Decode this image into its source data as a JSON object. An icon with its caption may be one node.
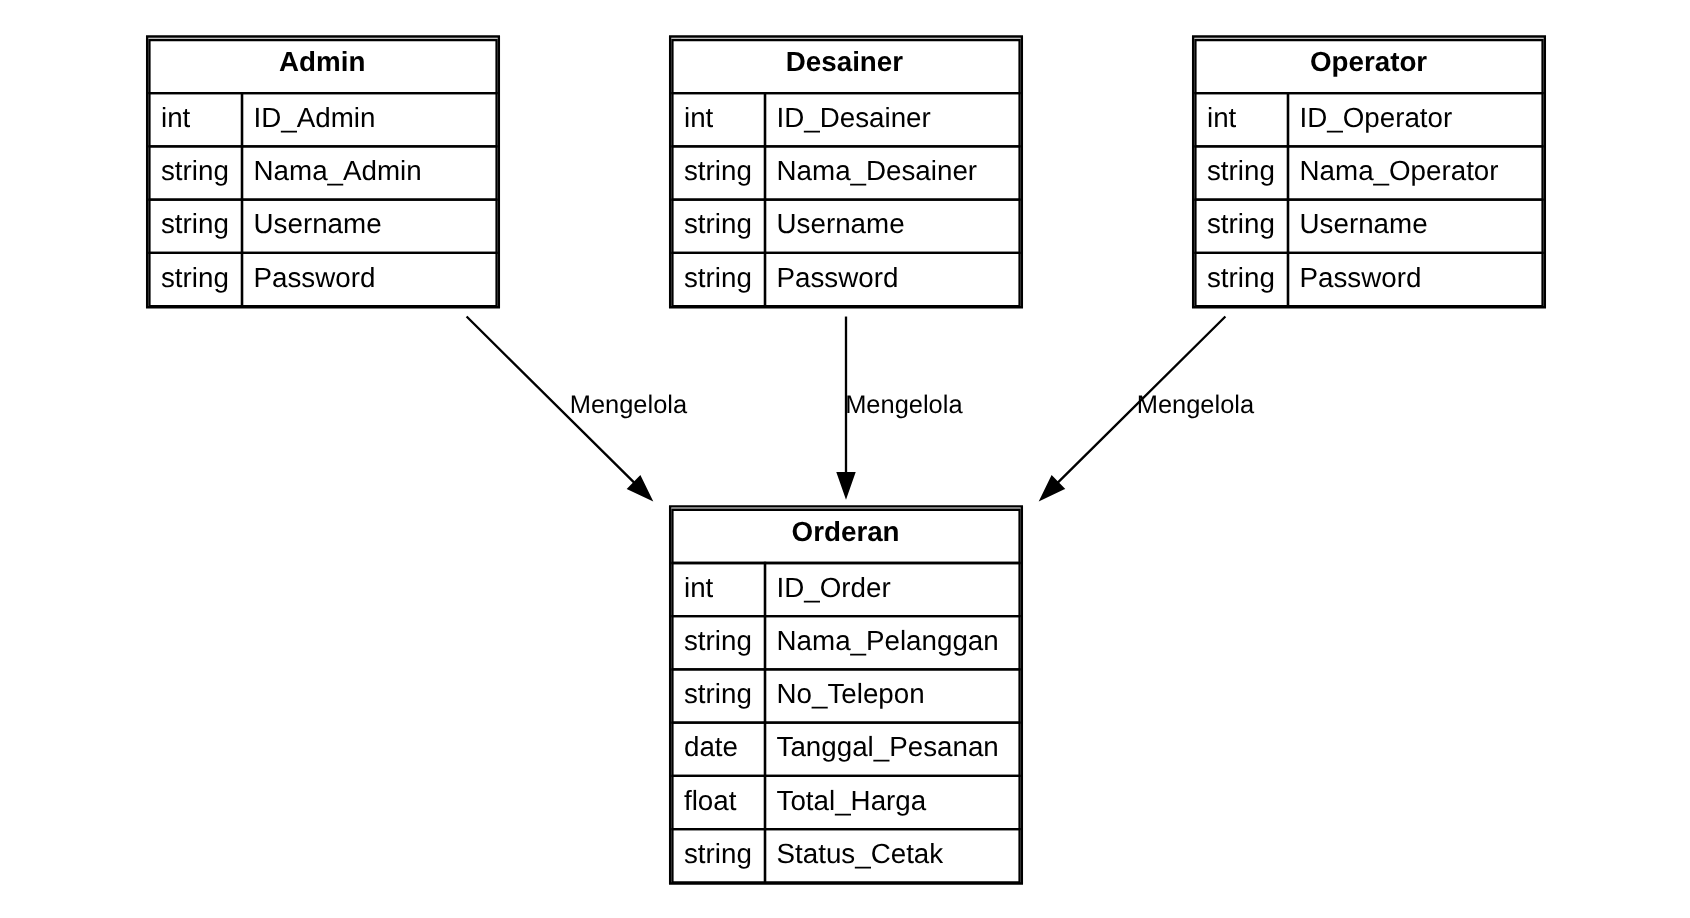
{
  "diagram": {
    "nodes": [
      {
        "text": [
          "Admin",
          "int",
          "ID_Admin",
          "string",
          "Nama_Admin",
          "string",
          "Username",
          "string",
          "Password"
        ]
      },
      {
        "text": [
          "Desainer",
          "int",
          "ID_Desainer",
          "string",
          "Nama_Desainer",
          "string",
          "Username",
          "string",
          "Password"
        ]
      },
      {
        "text": [
          "Operator",
          "int",
          "ID_Operator",
          "string",
          "Nama_Operator",
          "string",
          "Username",
          "string",
          "Password"
        ]
      },
      {
        "text": [
          "Orderan",
          "int",
          "ID_Order",
          "string",
          "Nama_Pelanggan",
          "string",
          "No_Telepon",
          "date",
          "Tanggal_Pesanan",
          "float",
          "Total_Harga",
          "string",
          "Status_Cetak"
        ]
      }
    ],
    "edges": [
      {
        "from": 0,
        "to": 3,
        "arrow": "to",
        "label": "Mengelola"
      },
      {
        "from": 1,
        "to": 3,
        "arrow": "to",
        "label": "Mengelola"
      },
      {
        "from": 2,
        "to": 3,
        "arrow": "to",
        "label": "Mengelola"
      }
    ]
  }
}
